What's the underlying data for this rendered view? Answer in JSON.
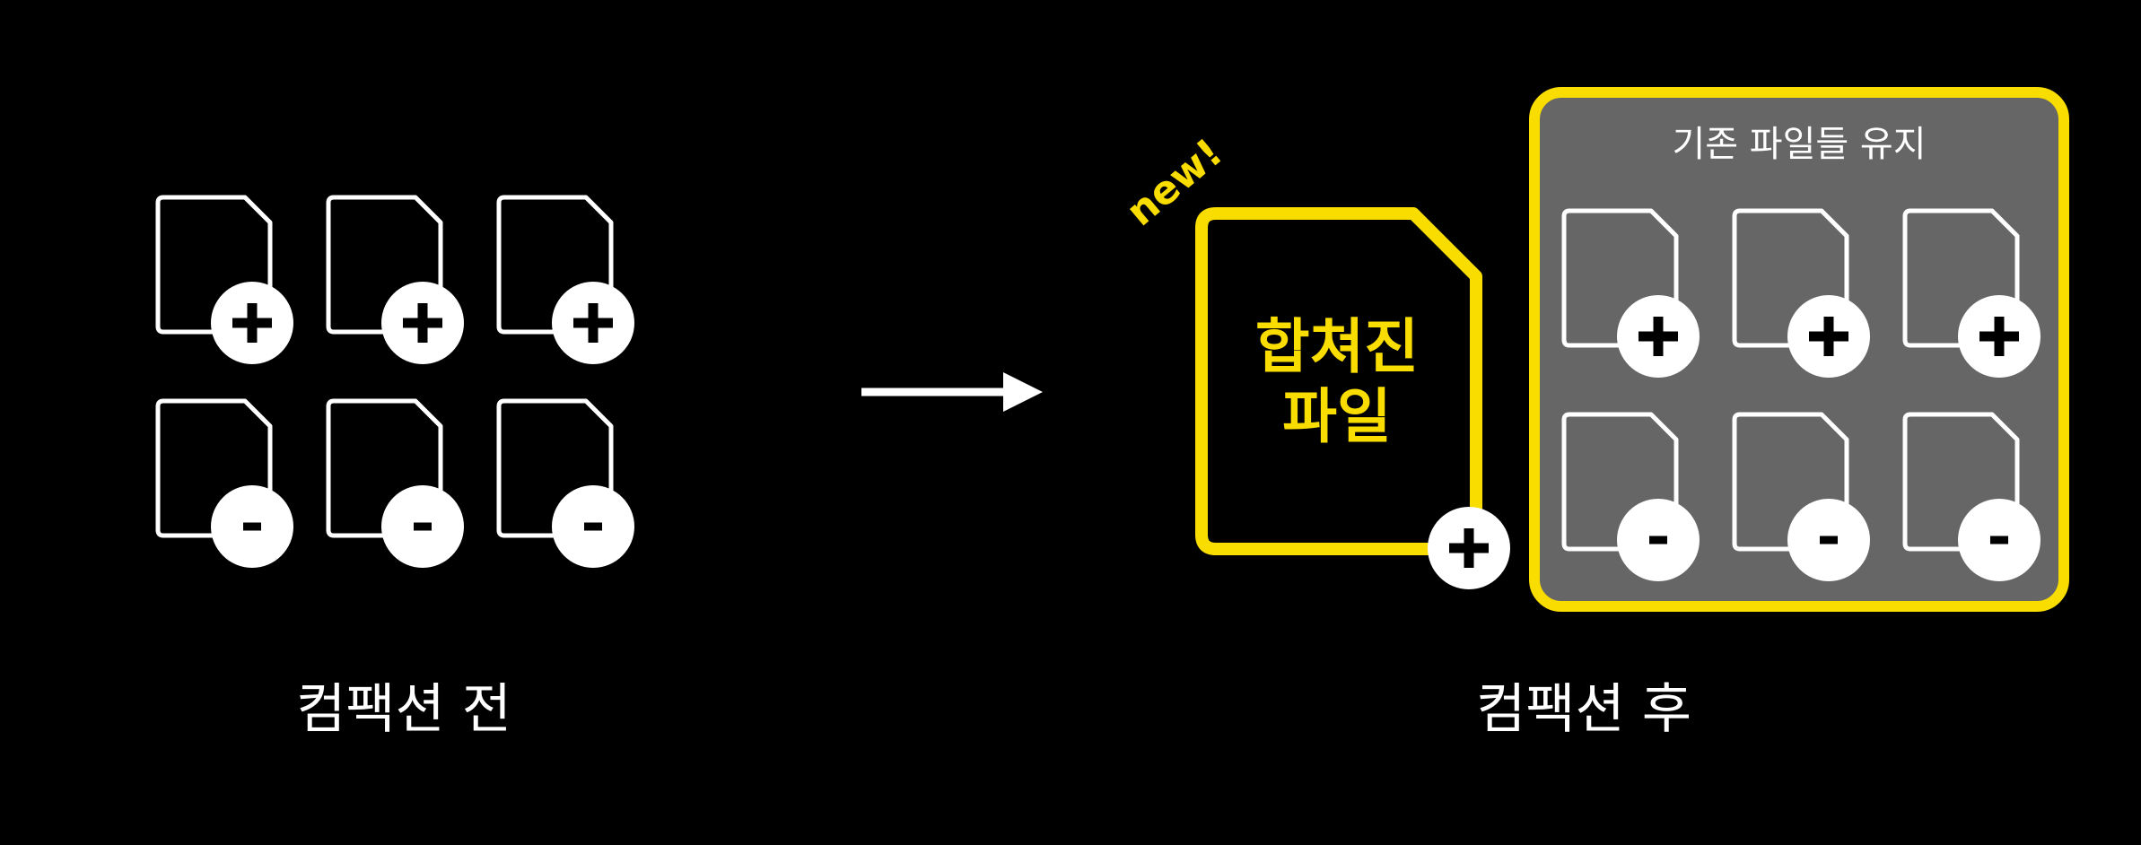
{
  "colors": {
    "background": "#000000",
    "accent": "#f9dc00",
    "box_fill": "#666666",
    "file_stroke": "#ffffff"
  },
  "before": {
    "caption": "컴팩션 전",
    "files": [
      {
        "badge": "plus"
      },
      {
        "badge": "plus"
      },
      {
        "badge": "plus"
      },
      {
        "badge": "minus"
      },
      {
        "badge": "minus"
      },
      {
        "badge": "minus"
      }
    ]
  },
  "arrow": {
    "icon": "right-arrow-icon"
  },
  "after": {
    "caption": "컴팩션 후",
    "new_tag": "new!",
    "merged_file": {
      "line1": "합쳐진",
      "line2": "파일",
      "badge": "plus"
    },
    "kept_box": {
      "title": "기존 파일들 유지",
      "files": [
        {
          "badge": "plus"
        },
        {
          "badge": "plus"
        },
        {
          "badge": "plus"
        },
        {
          "badge": "minus"
        },
        {
          "badge": "minus"
        },
        {
          "badge": "minus"
        }
      ]
    }
  }
}
